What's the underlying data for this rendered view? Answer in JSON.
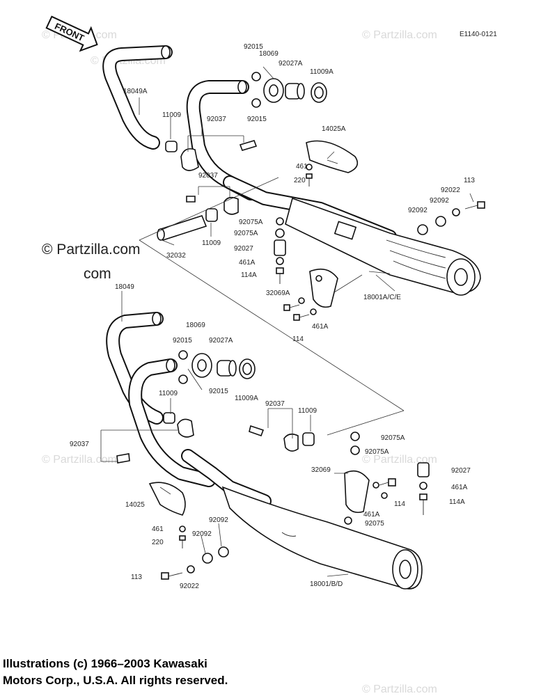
{
  "figure_code": "E1140-0121",
  "front_label": "FRONT",
  "watermark": "© Partzilla.com",
  "copyright": {
    "line1": "Illustrations (c) 1966–2003 Kawasaki",
    "line2": "Motors Corp., U.S.A.  All rights reserved."
  },
  "top_assembly": {
    "labels": {
      "p18049A": "18049A",
      "p11009": "11009",
      "p92015_top": "92015",
      "p18069": "18069",
      "p92027A": "92027A",
      "p11009A": "11009A",
      "p92015_bot": "92015",
      "p92037_a": "92037",
      "p14025A": "14025A",
      "p461": "461",
      "p220": "220",
      "p92037_b": "92037",
      "p32032": "32032",
      "p11009_b": "11009",
      "p92075A_1": "92075A",
      "p92075A_2": "92075A",
      "p92027": "92027",
      "p461A": "461A",
      "p114A": "114A",
      "p32069A": "32069A",
      "p461A_b": "461A",
      "p114": "114",
      "p113": "113",
      "p92022": "92022",
      "p92092_a": "92092",
      "p92092_b": "92092",
      "p18001ACE": "18001A/C/E"
    }
  },
  "bottom_assembly": {
    "labels": {
      "p18049": "18049",
      "p18069": "18069",
      "p92015_top": "92015",
      "p92027A": "92027A",
      "p92015_bot": "92015",
      "p11009A": "11009A",
      "p11009_a": "11009",
      "p92037_left": "92037",
      "p92037_right": "92037",
      "p11009_b": "11009",
      "p92075A_1": "92075A",
      "p92075A_2": "92075A",
      "p32069": "32069",
      "p92027": "92027",
      "p461A_a": "461A",
      "p114A": "114A",
      "p114": "114",
      "p461A_b": "461A",
      "p92075": "92075",
      "p14025": "14025",
      "p461": "461",
      "p220": "220",
      "p92092_a": "92092",
      "p92092_b": "92092",
      "p113": "113",
      "p92022": "92022",
      "p18001BD": "18001/B/D"
    }
  }
}
